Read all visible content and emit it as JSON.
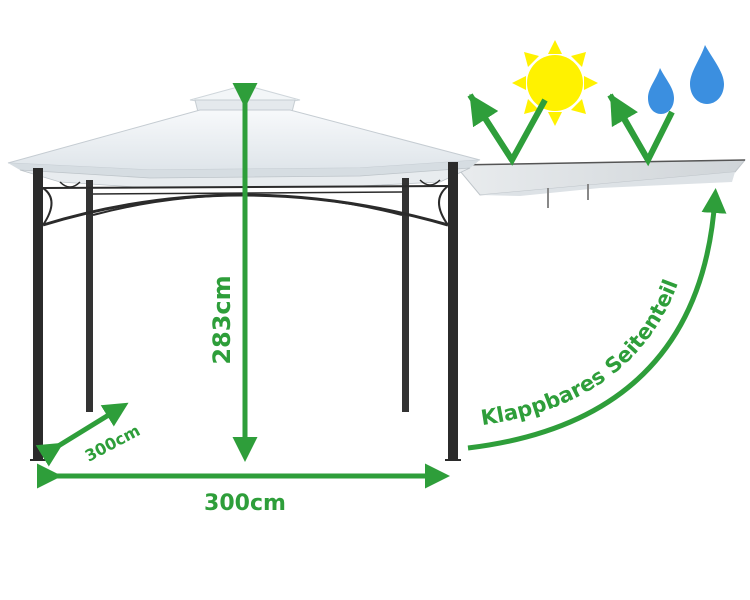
{
  "labels": {
    "height": "283cm",
    "width": "300cm",
    "depth": "300cm",
    "side_panel": "Klappbares Seitenteil"
  },
  "colors": {
    "accent_green": "#2e9e3a",
    "frame": "#2b2b2b",
    "canopy": "#eef2f4",
    "sun": "#fff200",
    "rain": "#3b8fe0"
  },
  "icons": [
    "sun-icon",
    "raindrops-icon"
  ]
}
